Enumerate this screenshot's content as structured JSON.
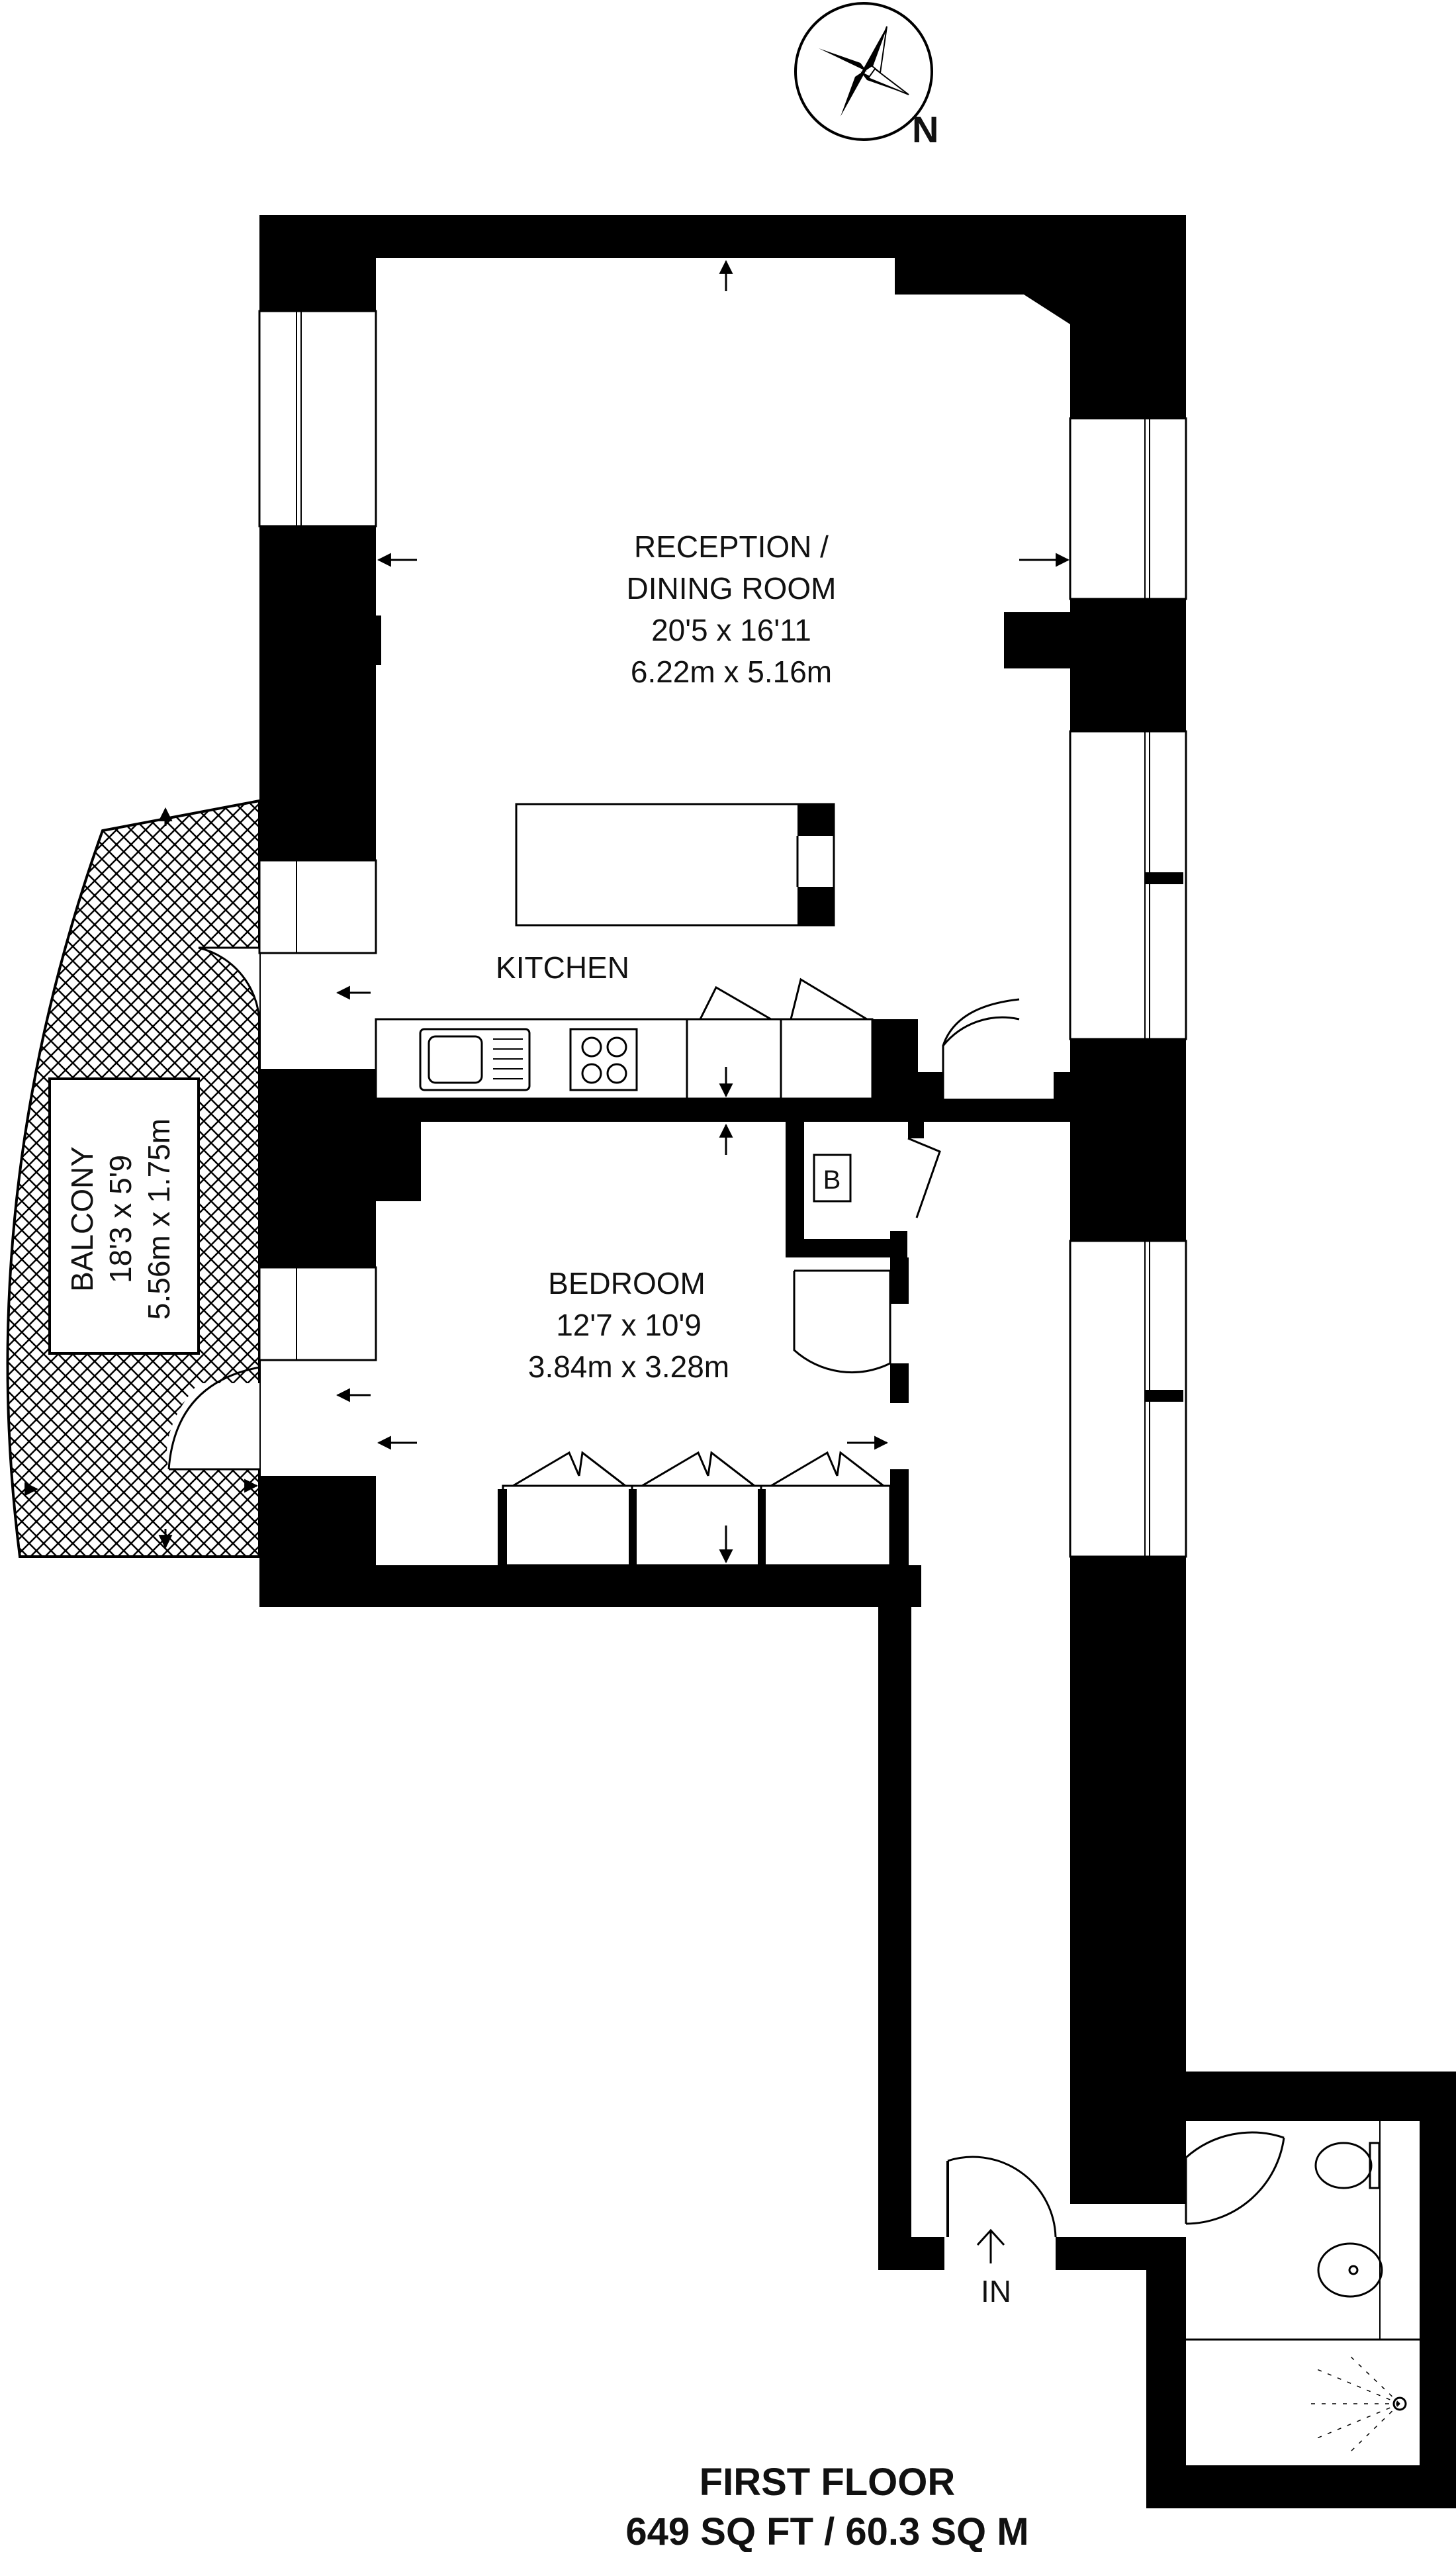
{
  "compass": {
    "letter": "N"
  },
  "rooms": {
    "reception": {
      "name_1": "RECEPTION /",
      "name_2": "DINING ROOM",
      "imperial": "20'5 x 16'11",
      "metric": "6.22m x 5.16m"
    },
    "kitchen": {
      "name": "KITCHEN"
    },
    "bedroom": {
      "name": "BEDROOM",
      "imperial": "12'7 x 10'9",
      "metric": "3.84m x 3.28m"
    },
    "balcony": {
      "name": "BALCONY",
      "imperial": "18'3 x 5'9",
      "metric": "5.56m x 1.75m"
    },
    "boiler": {
      "label": "B"
    }
  },
  "entrance": {
    "label": "IN"
  },
  "footer": {
    "floor": "FIRST FLOOR",
    "area": "649 SQ FT / 60.3 SQ M"
  }
}
